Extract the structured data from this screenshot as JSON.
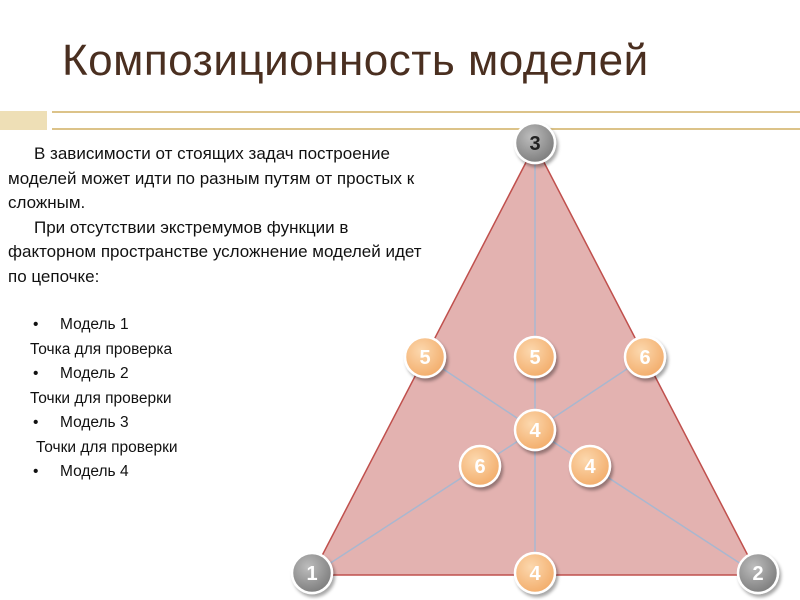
{
  "title": "Композиционность моделей",
  "paragraphs": [
    "В зависимости от стоящих задач построение моделей может идти по разным путям от простых к сложным.",
    "При отсутствии экстремумов функции в факторном пространстве усложнение моделей идет по цепочке:"
  ],
  "steps": [
    {
      "kind": "item",
      "text": "Модель 1"
    },
    {
      "kind": "note",
      "text": "Точка для проверка"
    },
    {
      "kind": "item",
      "text": "Модель 2"
    },
    {
      "kind": "note",
      "text": "Точки для проверки"
    },
    {
      "kind": "item",
      "text": "Модель 3"
    },
    {
      "kind": "note",
      "text": "Точки для проверки"
    },
    {
      "kind": "item",
      "text": "Модель 4"
    }
  ],
  "bullet_glyph": "•",
  "diagram": {
    "vertex_labels": {
      "bottom_left": "1",
      "bottom_right": "2",
      "top": "3"
    },
    "node_labels": {
      "center": "4",
      "bottom_mid": "4",
      "right_lower": "4",
      "left_lower": "6",
      "left_mid": "5",
      "top_mid": "5",
      "right_mid": "6"
    },
    "colors": {
      "triangle_fill": "#e3b2b0",
      "triangle_stroke": "#c0504d",
      "grey_node": "#8f8f8f",
      "orange_node": "#f6be86",
      "lines": "#a9b7cf"
    }
  }
}
